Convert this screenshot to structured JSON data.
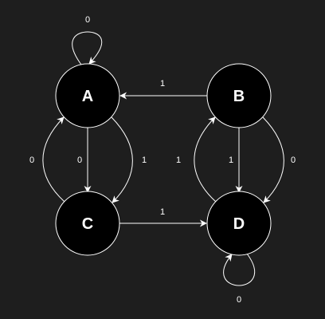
{
  "diagram": {
    "colors": {
      "background": "#1e1e1e",
      "node_fill": "#000000",
      "stroke": "#ffffff",
      "text": "#ffffff"
    },
    "nodes": {
      "a": {
        "label": "A"
      },
      "b": {
        "label": "B"
      },
      "c": {
        "label": "C"
      },
      "d": {
        "label": "D"
      }
    },
    "edges": {
      "a_self": {
        "from": "A",
        "to": "A",
        "label": "0"
      },
      "a_to_c": {
        "from": "A",
        "to": "C",
        "label": "0"
      },
      "a_to_c_curve": {
        "from": "A",
        "to": "C",
        "label": "1"
      },
      "c_to_a": {
        "from": "C",
        "to": "A",
        "label": "0"
      },
      "b_to_a": {
        "from": "B",
        "to": "A",
        "label": "1"
      },
      "c_to_d": {
        "from": "C",
        "to": "D",
        "label": "1"
      },
      "b_to_d": {
        "from": "B",
        "to": "D",
        "label": "1"
      },
      "b_to_d_curve": {
        "from": "B",
        "to": "D",
        "label": "0"
      },
      "d_to_b": {
        "from": "D",
        "to": "B",
        "label": "1"
      },
      "d_self": {
        "from": "D",
        "to": "D",
        "label": "0"
      }
    }
  }
}
